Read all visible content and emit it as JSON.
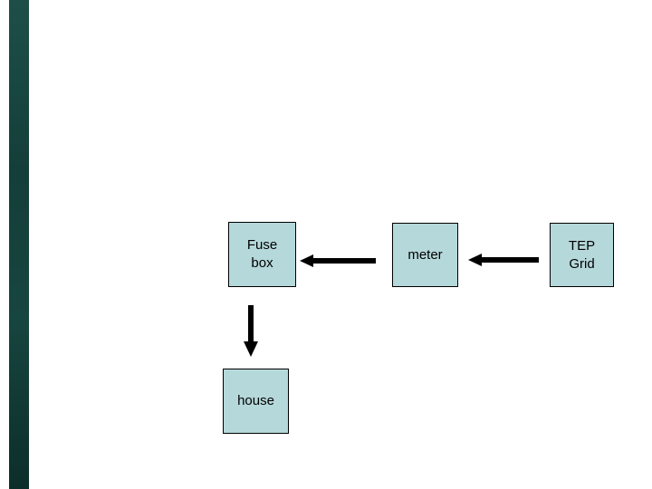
{
  "diagram": {
    "type": "block-diagram",
    "background_color": "#ffffff",
    "node_fill_color": "#b5d8da",
    "node_border_color": "#000000",
    "arrow_color": "#000000",
    "left_bar_color": "#17453f",
    "nodes": {
      "fuse_box": {
        "line1": "Fuse",
        "line2": "box"
      },
      "meter": {
        "line1": "meter"
      },
      "tep_grid": {
        "line1": "TEP",
        "line2": "Grid"
      },
      "house": {
        "line1": "house"
      }
    },
    "edges": [
      {
        "from": "tep_grid",
        "to": "meter",
        "direction": "left"
      },
      {
        "from": "meter",
        "to": "fuse_box",
        "direction": "left"
      },
      {
        "from": "fuse_box",
        "to": "house",
        "direction": "down"
      }
    ]
  }
}
